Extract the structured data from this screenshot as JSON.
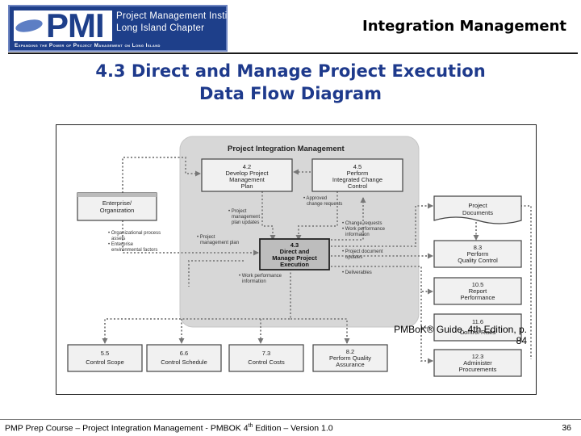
{
  "header": {
    "logo": {
      "letters": "PMI",
      "name_line1": "Project Management Institute",
      "name_line2": "Long Island Chapter",
      "tagline": "Expanding the Power of Project Management on Long Island"
    },
    "title": "Integration Management"
  },
  "slide": {
    "title_line1": "4.3 Direct and Manage Project Execution",
    "title_line2": "Data Flow Diagram",
    "citation": "PMBoK® Guide, 4th Edition, p. 84"
  },
  "diagram": {
    "group_title": "Project Integration Management",
    "nodes": {
      "develop_plan": {
        "code": "4.2",
        "line1": "Develop Project",
        "line2": "Management",
        "line3": "Plan"
      },
      "change_control": {
        "code": "4.5",
        "line1": "Perform",
        "line2": "Integrated Change",
        "line3": "Control"
      },
      "enterprise": {
        "line1": "Enterprise/",
        "line2": "Organization"
      },
      "center": {
        "code": "4.3",
        "line1": "Direct and",
        "line2": "Manage Project",
        "line3": "Execution"
      },
      "project_documents": {
        "line1": "Project",
        "line2": "Documents"
      },
      "quality_control": {
        "code": "8.3",
        "line1": "Perform",
        "line2": "Quality Control"
      },
      "report_performance": {
        "code": "10.5",
        "line1": "Report",
        "line2": "Performance"
      },
      "control_risks": {
        "code": "11.6",
        "line1": "Control Risks"
      },
      "administer_procurements": {
        "code": "12.3",
        "line1": "Administer",
        "line2": "Procurements"
      },
      "control_scope": {
        "code": "5.5",
        "line1": "Control Scope"
      },
      "control_schedule": {
        "code": "6.6",
        "line1": "Control Schedule"
      },
      "control_costs": {
        "code": "7.3",
        "line1": "Control Costs"
      },
      "quality_assurance": {
        "code": "8.2",
        "line1": "Perform Quality",
        "line2": "Assurance"
      }
    },
    "labels": {
      "approved_1": "• Approved",
      "approved_2": "change requests",
      "plan_updates_1": "• Project",
      "plan_updates_2": "management",
      "plan_updates_3": "plan updates",
      "org_assets_1": "• Organizational process",
      "org_assets_2": "assets",
      "env_factors_1": "• Enterprise",
      "env_factors_2": "environmental factors",
      "pm_plan_1": "• Project",
      "pm_plan_2": "management plan",
      "change_requests": "• Change requests",
      "work_perf_1": "• Work performance",
      "work_perf_2": "information",
      "doc_updates_1": "• Project document",
      "doc_updates_2": "updates",
      "deliverables": "• Deliverables",
      "work_perf_out_1": "• Work performance",
      "work_perf_out_2": "information"
    }
  },
  "footer": {
    "left_prefix": "PMP Prep Course – Project Integration Management - PMBOK 4",
    "left_sup": "th",
    "left_suffix": " Edition – Version 1.0",
    "page": "36"
  },
  "colors": {
    "pmi_blue": "#1e3f8a",
    "title_blue": "#1e3a8c",
    "group_grey": "#d7d7d7",
    "node_fill": "#ececec",
    "dotted_arrow": "#8a8a8a"
  }
}
